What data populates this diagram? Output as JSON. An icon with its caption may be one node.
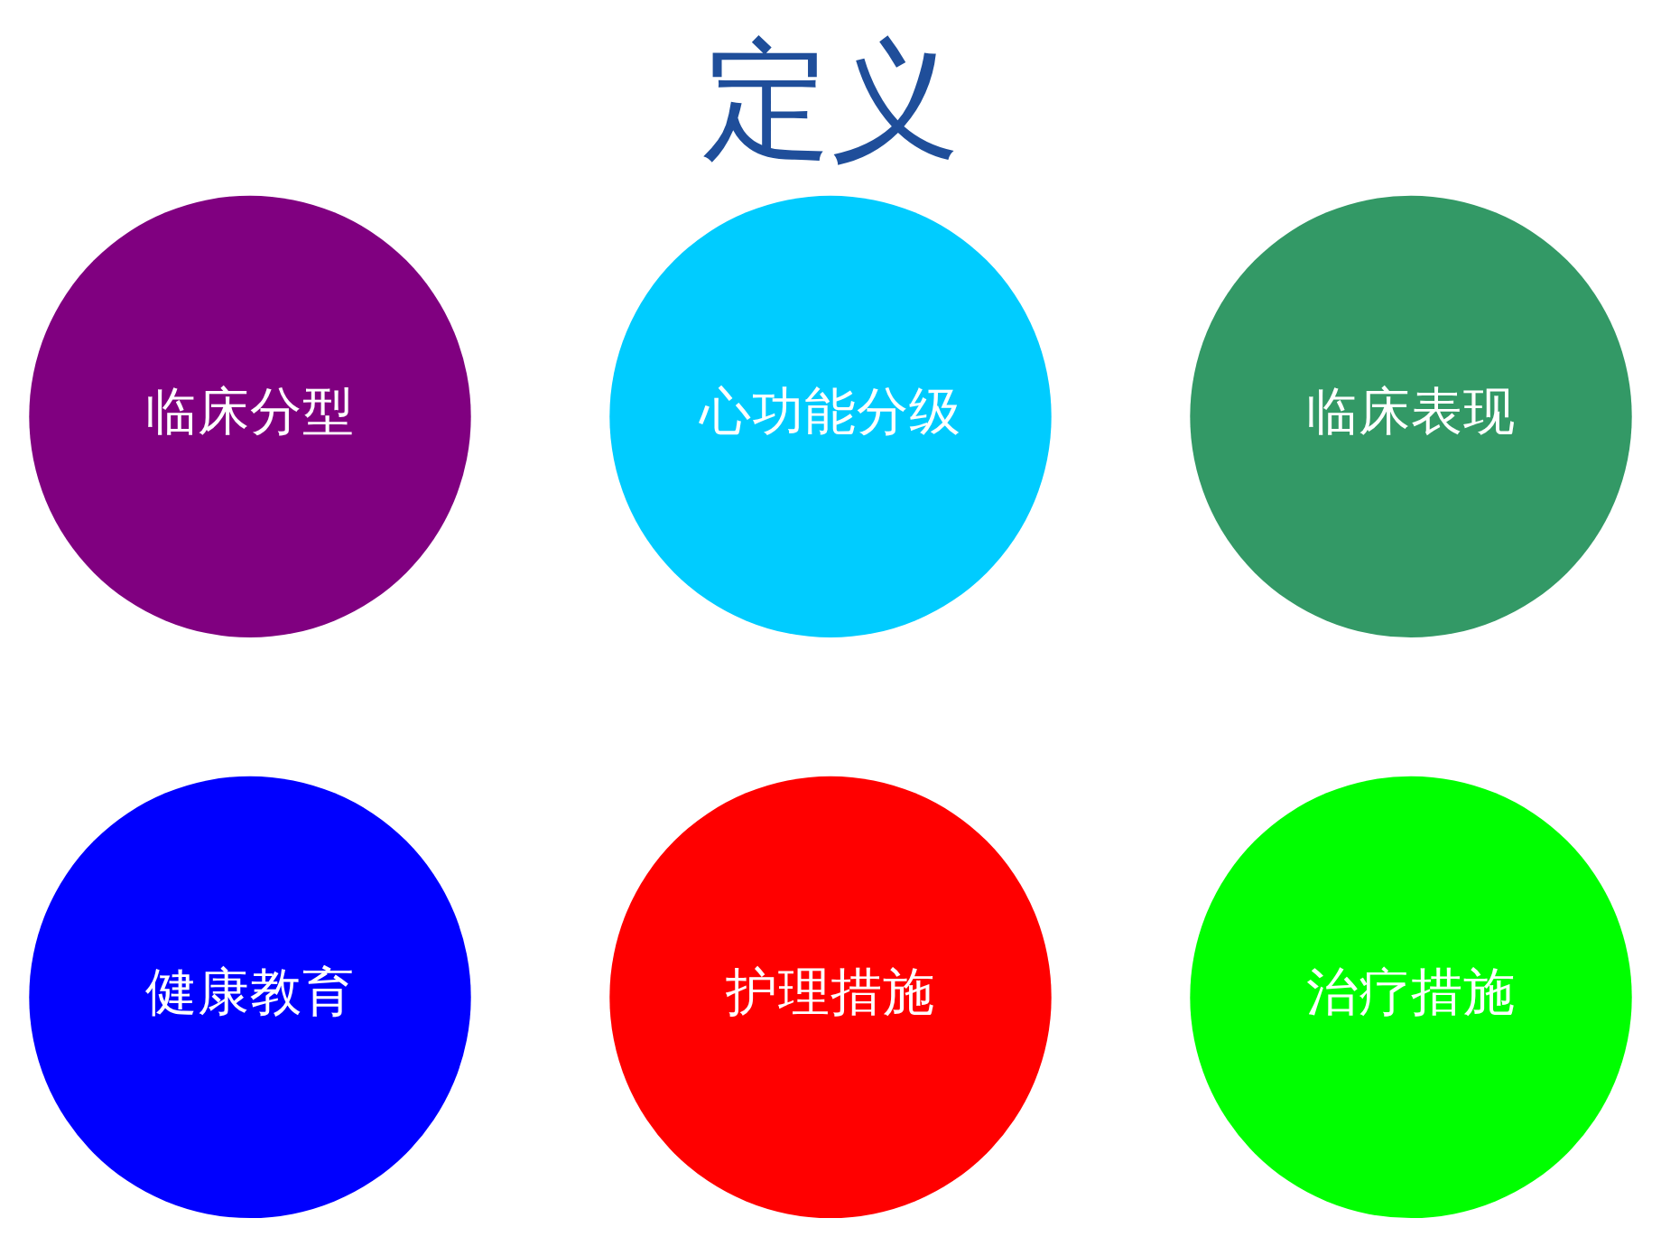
{
  "diagram": {
    "title": "定义",
    "nodes": [
      {
        "text": [
          "临床分型"
        ]
      },
      {
        "text": [
          "心功能分级"
        ]
      },
      {
        "text": [
          "临床表现"
        ]
      },
      {
        "text": [
          "治疗措施"
        ]
      },
      {
        "text": [
          "护理措施"
        ]
      },
      {
        "text": [
          "健康教育"
        ]
      }
    ],
    "edges": []
  }
}
